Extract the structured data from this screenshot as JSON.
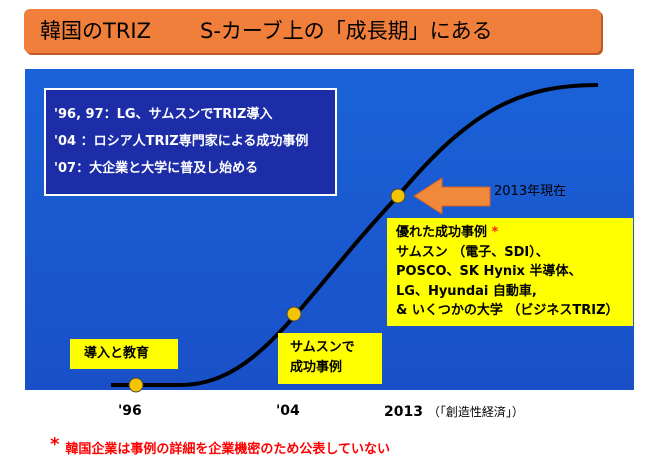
{
  "title": {
    "left": "韓国のTRIZ",
    "right": "S-カーブ上の「成長期」にある"
  },
  "milestones": [
    "'96, 97：LG、サムスンでTRIZ導入",
    "'04 ：ロシア人TRIZ専門家による成功事例",
    "'07：大企業と大学に普及し始める"
  ],
  "current_label": "2013年現在",
  "boxes": {
    "intro": "導入と教育",
    "samsung": [
      "サムスンで",
      "成功事例"
    ],
    "success_title": "優れた成功事例",
    "success_mark": "*",
    "success_lines": [
      "サムスン （電子、SDI）、",
      "POSCO、SK Hynix 半導体、",
      "LG、Hyundai 自動車,",
      "& いくつかの大学 （ビジネスTRIZ）"
    ]
  },
  "x_ticks": [
    "'96",
    "'04",
    "2013"
  ],
  "source": "（「創造性経済」）",
  "footnote": {
    "mark": "*",
    "text": "韓国企業は事例の詳細を企業機密のため公表していない"
  },
  "colors": {
    "title_bg": "#f07f3c",
    "panel_bg": "#1a5bd5",
    "milestone_bg": "#1d2da8",
    "note_bg": "#ffff00",
    "marker": "#f5c400",
    "arrow": "#f08a3a",
    "footnote": "#ff0000"
  },
  "icons": {
    "arrow": "left-arrow-icon"
  }
}
